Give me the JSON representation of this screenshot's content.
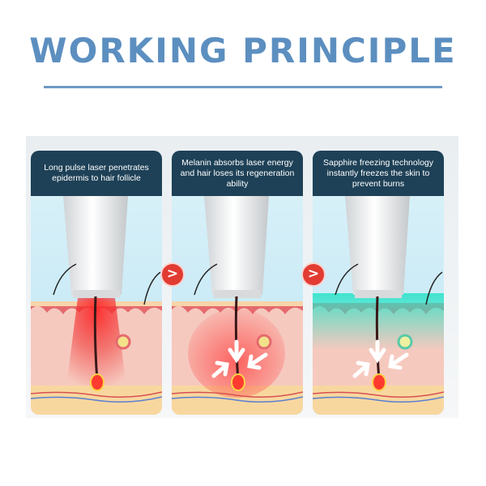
{
  "header": {
    "title": "WORKING PRINCIPLE"
  },
  "steps": [
    {
      "caption": "Long pulse laser penetrates epidermis to hair follicle",
      "effect": "red-laser"
    },
    {
      "caption": "Melanin absorbs laser energy and hair loses its regeneration ability",
      "effect": "heat-absorption"
    },
    {
      "caption": "Sapphire freezing technology instantly freezes the skin to prevent burns",
      "effect": "cooling"
    }
  ],
  "arrow_glyph": ">",
  "colors": {
    "title": "#5c8fc0",
    "caption_bg": "#1e4157",
    "arrow": "#e23c32",
    "laser": "#e8242a",
    "cooling": "#2fd9c0",
    "skin": "#f3c2b8",
    "sky": "#c9ecf7"
  }
}
